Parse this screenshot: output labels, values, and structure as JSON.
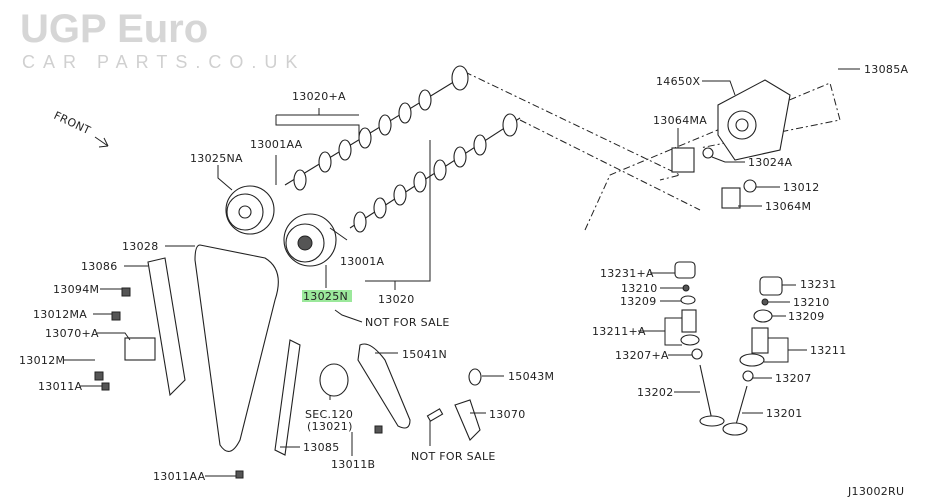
{
  "watermark": {
    "line1": "UGP Euro",
    "line2": "CAR PARTS.CO.UK"
  },
  "front_label": "FRONT",
  "diagram_code": "J13002RU",
  "highlight_color": "#9be89b",
  "labels": {
    "p13020A": "13020+A",
    "p13001AA": "13001AA",
    "p13025NA": "13025NA",
    "p13028": "13028",
    "p13086": "13086",
    "p13094M": "13094M",
    "p13012MA": "13012MA",
    "p13070A": "13070+A",
    "p13012M": "13012M",
    "p13011A": "13011A",
    "p13001A": "13001A",
    "p13025N": "13025N",
    "p13020": "13020",
    "nfs1": "NOT FOR SALE",
    "p15041N": "15041N",
    "p15043M": "15043M",
    "p13070": "13070",
    "sec120": "SEC.120",
    "sec120sub": "(13021)",
    "p13085": "13085",
    "p13011B": "13011B",
    "nfs2": "NOT FOR SALE",
    "p13011AA": "13011AA",
    "p14650X": "14650X",
    "p13085A": "13085A",
    "p13064MA": "13064MA",
    "p13024A": "13024A",
    "p13012": "13012",
    "p13064M": "13064M",
    "p13231A": "13231+A",
    "p13210a": "13210",
    "p13209a": "13209",
    "p13211A": "13211+A",
    "p13207A": "13207+A",
    "p13202": "13202",
    "p13231": "13231",
    "p13210b": "13210",
    "p13209b": "13209",
    "p13211": "13211",
    "p13207": "13207",
    "p13201": "13201"
  }
}
